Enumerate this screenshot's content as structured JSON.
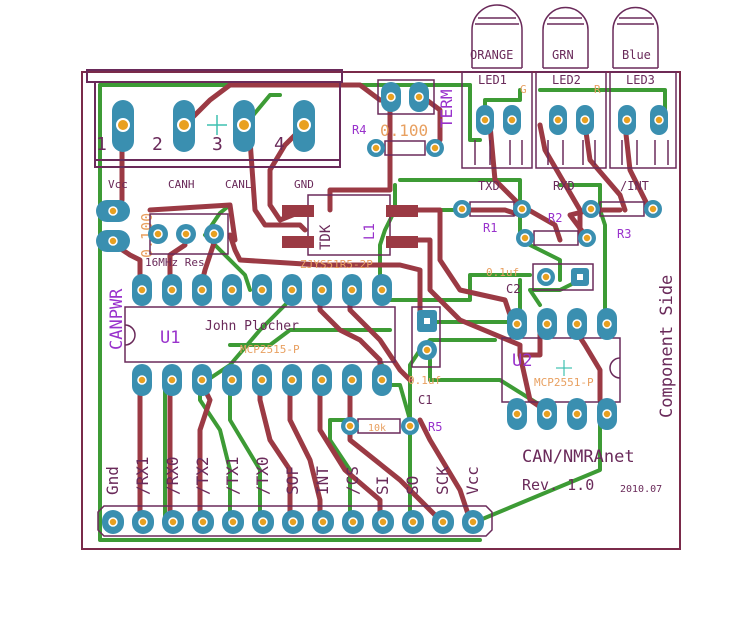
{
  "colors": {
    "board_outline": "#7a2a4a",
    "top_copper": "#9b3a44",
    "bottom_copper": "#3d9b35",
    "pad": "#3a8fb0",
    "silk": "#6a2a5a",
    "name_label": "#9932cc",
    "value_label": "#e8a060"
  },
  "board": {
    "title": "CAN/NMRAnet",
    "revision": "Rev. 1.0",
    "date": "2010.07",
    "side_label": "Component Side"
  },
  "connector": {
    "pin_numbers": [
      "1",
      "2",
      "3",
      "4"
    ],
    "signals": [
      "Vcc",
      "CANH",
      "CANL",
      "GND"
    ]
  },
  "leds": [
    {
      "name": "LED1",
      "color_label": "ORANGE",
      "pin": "G"
    },
    {
      "name": "LED2",
      "color_label": "GRN",
      "pin": "R"
    },
    {
      "name": "LED3",
      "color_label": "Blue",
      "pin": ""
    }
  ],
  "components": {
    "term": "TERM",
    "r4": "R4",
    "r4_value": "0.100",
    "l1": "L1",
    "tdk": "TDK",
    "tdk_part": "ZJYS51R5-2P",
    "canpwr": "CANPWR",
    "canpwr_value": "0.100",
    "crystal": "16MHz Res",
    "u1": "U1",
    "u1_author": "John Plocher",
    "u1_part": "MCP2515-P",
    "u2": "U2",
    "u2_part": "MCP2551-P",
    "c1": "C1",
    "c1_value": "0.1uf",
    "c2": "C2",
    "c2_value": "0.1uf",
    "r1": "R1",
    "r2": "R2",
    "r3": "R3",
    "r5": "R5",
    "r5_value": "10k",
    "txd": "TXD",
    "rxd": "RXD",
    "int_label": "/INT"
  },
  "header_pins": [
    "Gnd",
    "/RX1",
    "/RX0",
    "/TX2",
    "/TX1",
    "/TX0",
    "SOF",
    "INT",
    "/CS",
    "SI",
    "SO",
    "SCK",
    "Vcc"
  ]
}
